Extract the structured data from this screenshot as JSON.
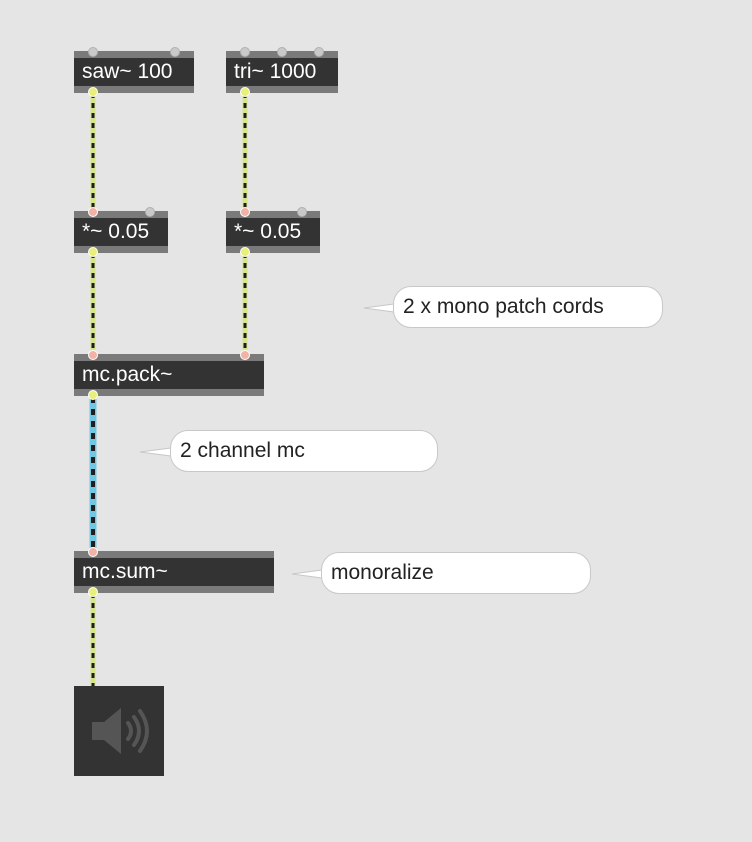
{
  "objects": {
    "saw": "saw~ 100",
    "tri": "tri~ 1000",
    "mul_left": "*~ 0.05",
    "mul_right": "*~ 0.05",
    "pack": "mc.pack~",
    "sum": "mc.sum~"
  },
  "comments": {
    "mono_cords": "2 x mono patch cords",
    "two_channel": "2 channel mc",
    "monoralize": "monoralize"
  },
  "output": {
    "icon": "speaker-icon"
  },
  "colors": {
    "canvas": "#e5e5e5",
    "object_body": "#333333",
    "object_border": "#7a7a7a",
    "signal_cord": "#d6e58a",
    "mc_cord": "#6ec8e6",
    "cord_dash": "#1e1e1e",
    "comment_bg": "#ffffff"
  }
}
